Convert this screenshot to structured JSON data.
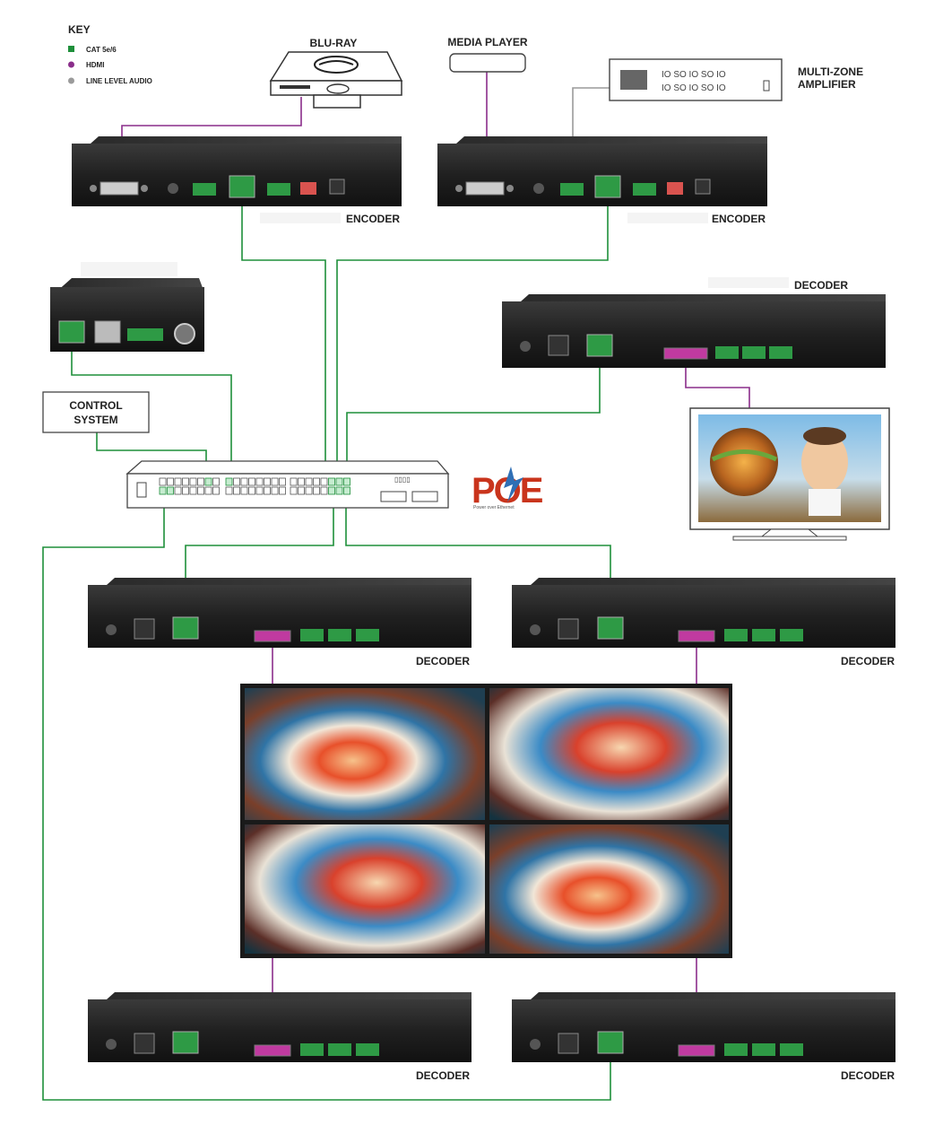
{
  "key": {
    "title": "KEY",
    "items": [
      {
        "label": "CAT 5e/6",
        "color": "#1e8f3a"
      },
      {
        "label": "HDMI",
        "color": "#8a2d8a"
      },
      {
        "label": "LINE LEVEL AUDIO",
        "color": "#9a9a9a"
      }
    ]
  },
  "labels": {
    "bluray": "BLU-RAY",
    "media_player": "MEDIA PLAYER",
    "amplifier_line1": "MULTI-ZONE",
    "amplifier_line2": "AMPLIFIER",
    "encoder_left": "ENCODER",
    "encoder_right": "ENCODER",
    "decoder_top": "DECODER",
    "control_line1": "CONTROL",
    "control_line2": "SYSTEM",
    "poe": "POE",
    "poe_sub": "Power over Ethernet",
    "decoder_mid_left": "DECODER",
    "decoder_mid_right": "DECODER",
    "decoder_bot_left": "DECODER",
    "decoder_bot_right": "DECODER"
  },
  "colors": {
    "cat": "#1e8f3a",
    "hdmi": "#8a2d8a",
    "audio": "#9a9a9a",
    "device": "#1c1c1c",
    "poe": "#c9341c"
  }
}
